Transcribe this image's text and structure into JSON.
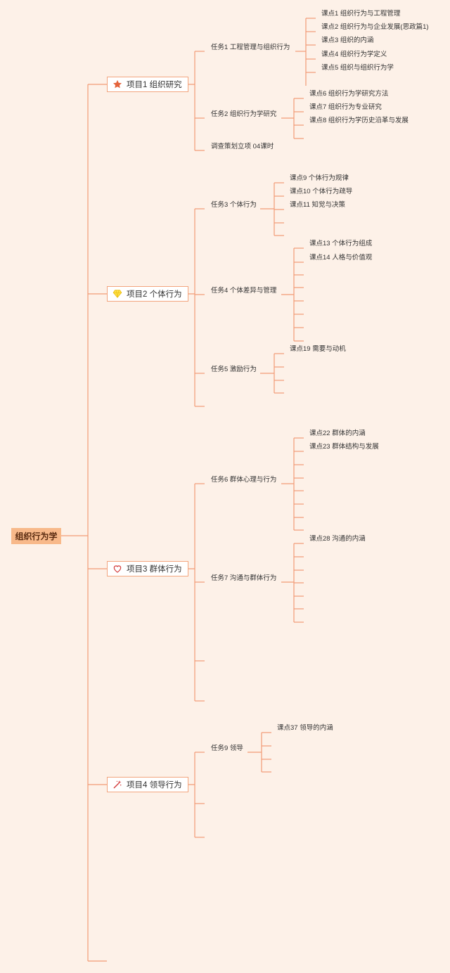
{
  "root": "组织行为学",
  "line_color": "#f29b76",
  "projects": [
    {
      "label": "项目1 组织研究",
      "icon": "star-icon",
      "tasks": [
        {
          "label": "任务1 工程管理与组织行为",
          "lessons": [
            "课点1 组织行为与工程管理",
            "课点2 组织行为与企业发展(思政篇1)",
            "课点3 组织的内涵",
            "课点4 组织行为学定义",
            "课点5 组织与组织行为学"
          ]
        },
        {
          "label": "任务2 组织行为学研究",
          "lessons": [
            "课点6 组织行为学研究方法",
            "课点7 组织行为专业研究",
            "课点8 组织行为学历史沿革与发展",
            ""
          ]
        },
        {
          "label": "调查策划立项 04课时",
          "lessons": []
        }
      ]
    },
    {
      "label": "项目2 个体行为",
      "icon": "gem-icon",
      "tasks": [
        {
          "label": "任务3 个体行为",
          "lessons": [
            "课点9 个体行为规律",
            "课点10 个体行为疏导",
            "课点11 知觉与决策",
            "",
            ""
          ]
        },
        {
          "label": "任务4 个体差异与管理",
          "lessons": [
            "课点13 个体行为组成",
            "课点14 人格与价值观",
            "",
            "",
            "",
            "",
            "",
            ""
          ]
        },
        {
          "label": "任务5 激励行为",
          "lessons": [
            "课点19 需要与动机",
            "",
            "",
            ""
          ]
        },
        {
          "label": "",
          "lessons": []
        }
      ]
    },
    {
      "label": "项目3 群体行为",
      "icon": "heart-icon",
      "tasks": [
        {
          "label": "任务6 群体心理与行为",
          "lessons": [
            "课点22 群体的内涵",
            "课点23 群体结构与发展",
            "",
            "",
            "",
            "",
            "",
            ""
          ]
        },
        {
          "label": "任务7 沟通与群体行为",
          "lessons": [
            "课点28 沟通的内涵",
            "",
            "",
            "",
            "",
            "",
            "",
            ""
          ]
        },
        {
          "label": "",
          "lessons": []
        },
        {
          "label": "",
          "lessons": []
        }
      ]
    },
    {
      "label": "项目4 领导行为",
      "icon": "wand-icon",
      "tasks": [
        {
          "label": "任务9 领导",
          "lessons": [
            "课点37 领导的内涵",
            "",
            "",
            ""
          ]
        },
        {
          "label": "",
          "lessons": []
        },
        {
          "label": "",
          "lessons": []
        }
      ]
    }
  ],
  "extra_branch": ""
}
